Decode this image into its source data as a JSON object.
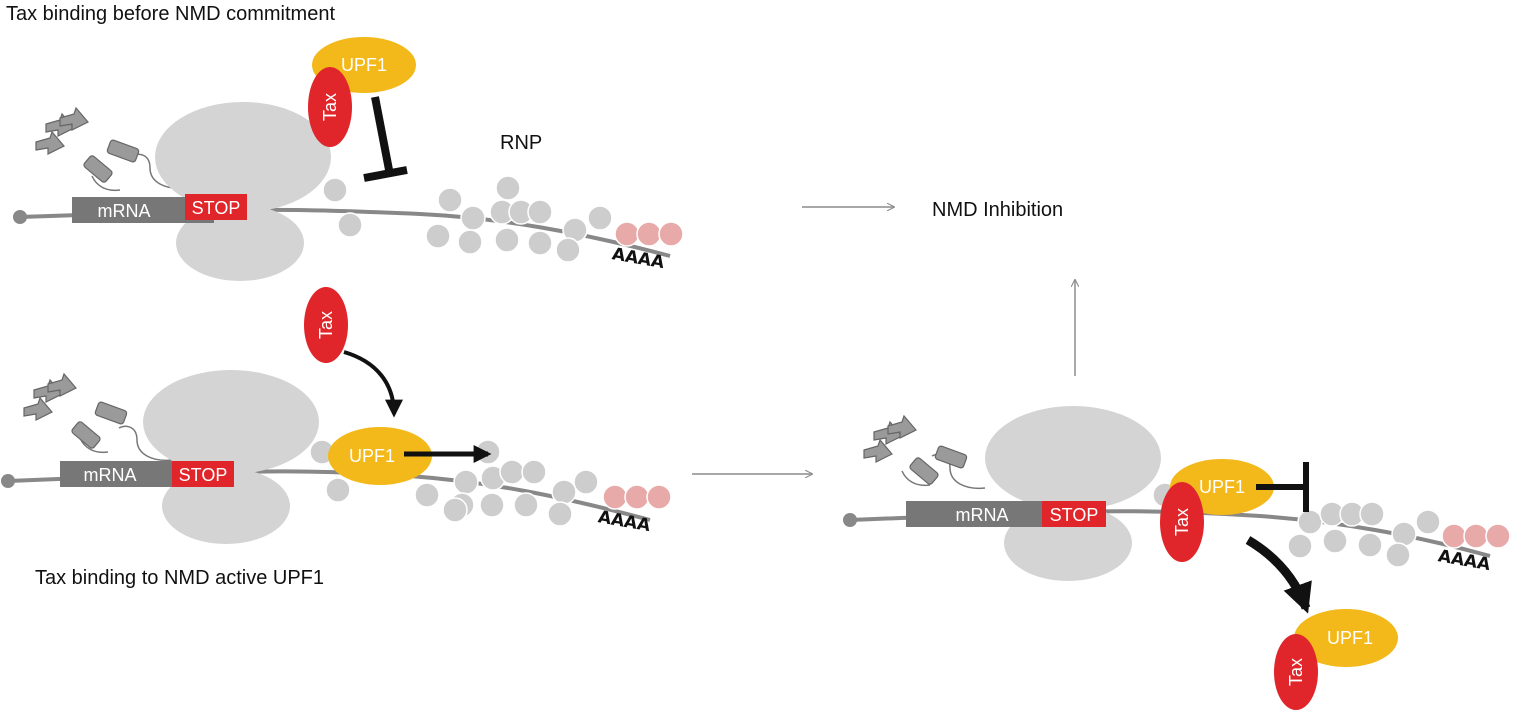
{
  "captions": {
    "top": "Tax binding before NMD commitment",
    "bottom": "Tax binding to NMD active UPF1",
    "rnp": "RNP",
    "result": "NMD  Inhibition"
  },
  "labels": {
    "upf1": "UPF1",
    "tax": "Tax",
    "mrna": "mRNA",
    "stop": "STOP",
    "polya": "AAAA"
  },
  "colors": {
    "upf1": "#f3b81a",
    "tax": "#e0262a",
    "stop": "#e0262a",
    "mrna": "#777777",
    "ribosome": "#d4d4d4",
    "rnp": "#cdcdcd",
    "pabp": "#e7aaa8",
    "strand": "#888888",
    "inhibit": "#111111",
    "flow_arrow": "#8c8c8c"
  },
  "panels": [
    "before-nmd-commitment",
    "nmd-active-upf1",
    "tax-sequesters-upf1"
  ]
}
